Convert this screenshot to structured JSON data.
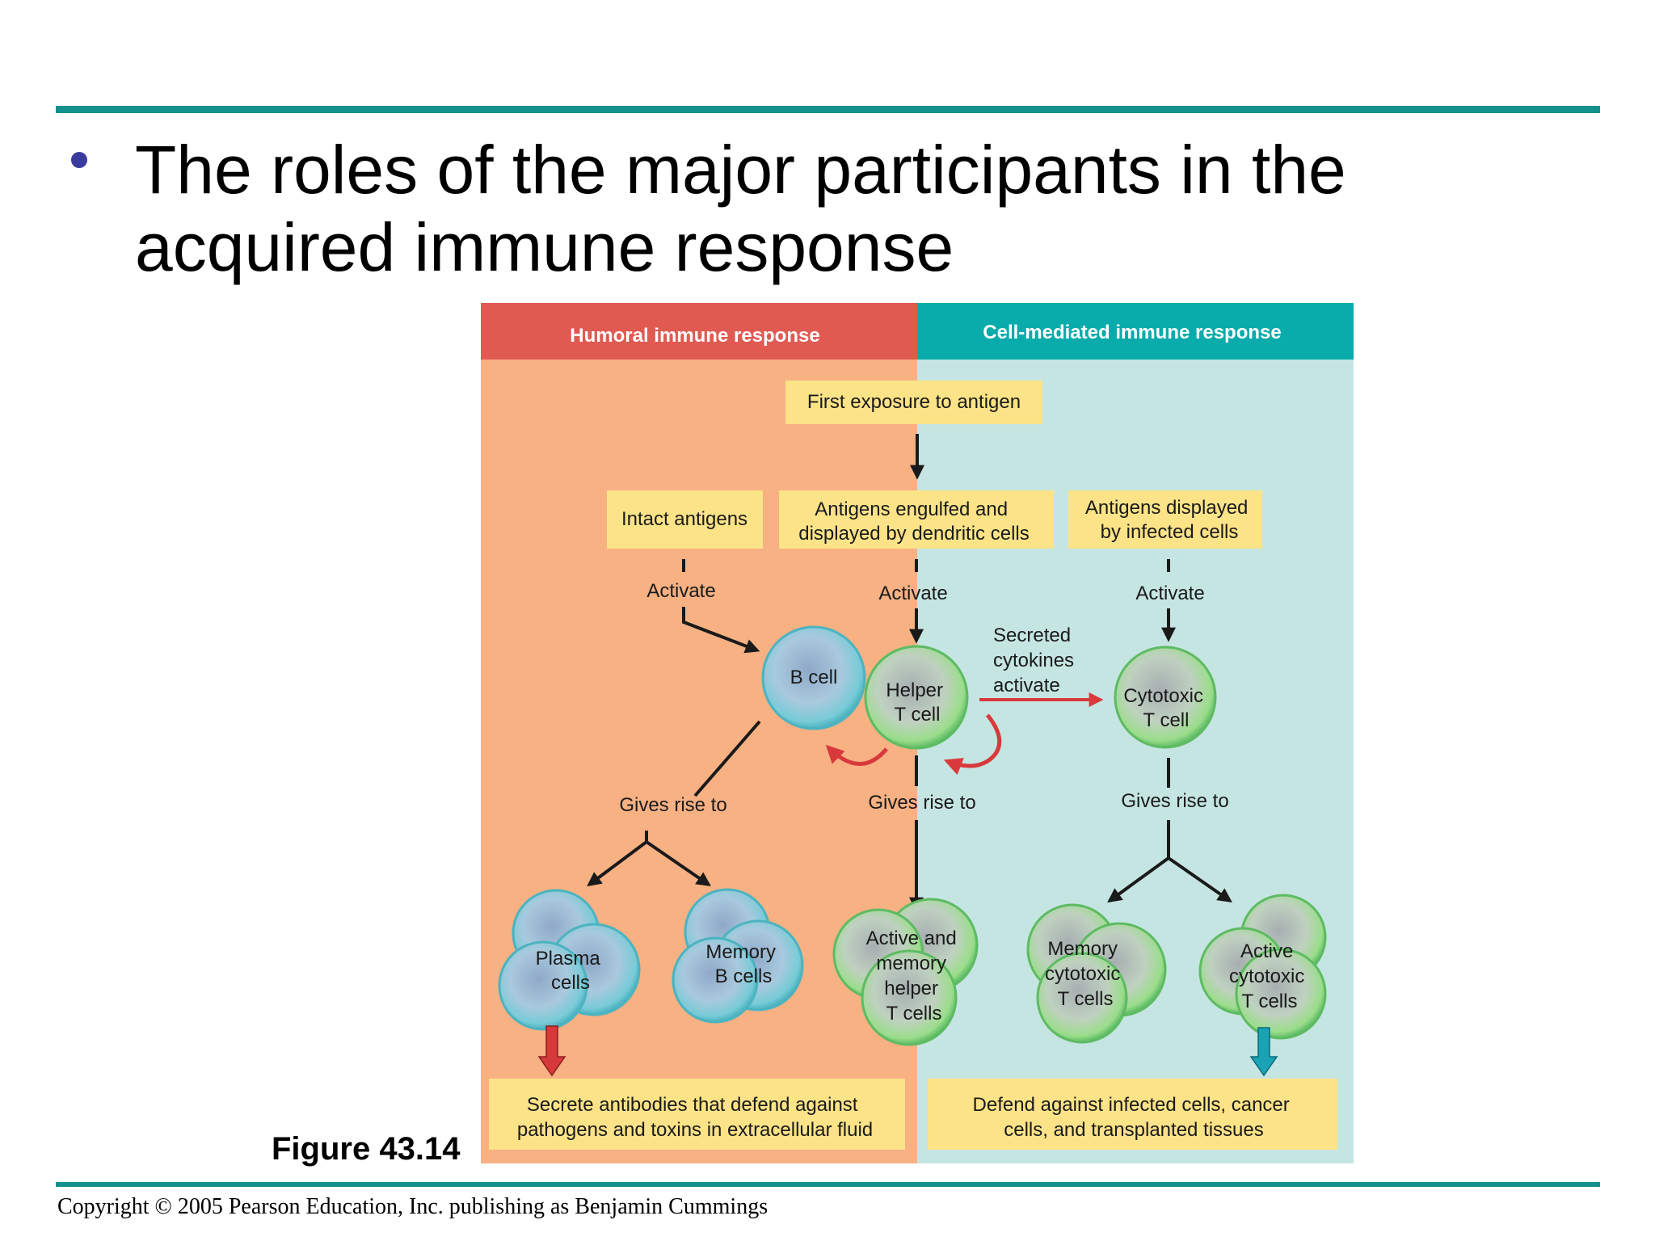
{
  "slide": {
    "title": "The roles of the major participants in the acquired immune response",
    "figure_label": "Figure 43.14",
    "copyright": "Copyright © 2005 Pearson Education, Inc. publishing as Benjamin Cummings"
  },
  "colors": {
    "rule": "#14918d",
    "humoral_header": "#e05a52",
    "humoral_bg": "#f7b183",
    "cell_header": "#0aabab",
    "cell_bg": "#c5e5e2",
    "box_fill": "#fce387",
    "secrete_arrow": "#d8393b",
    "defend_arrow": "#1aa3b4"
  },
  "diagram": {
    "humoral_header": "Humoral immune response",
    "cell_header": "Cell-mediated immune response",
    "first_exposure": "First exposure to antigen",
    "intact_antigens": "Intact antigens",
    "engulfed": [
      "Antigens engulfed and",
      "displayed by dendritic cells"
    ],
    "displayed": [
      "Antigens displayed",
      "by infected cells"
    ],
    "activate_left": "Activate",
    "activate_mid": "Activate",
    "activate_right": "Activate",
    "b_cell": "B cell",
    "helper": [
      "Helper",
      "T cell"
    ],
    "cytotoxic": [
      "Cytotoxic",
      "T cell"
    ],
    "cytokines": [
      "Secreted",
      "cytokines",
      "activate"
    ],
    "gives_left": "Gives rise to",
    "gives_mid": "Gives rise to",
    "gives_right": "Gives rise to",
    "plasma": [
      "Plasma",
      "cells"
    ],
    "memory_b": [
      "Memory",
      "B cells"
    ],
    "active_helper": [
      "Active and",
      "memory",
      "helper",
      "T cells"
    ],
    "memory_cyto": [
      "Memory",
      "cytotoxic",
      "T cells"
    ],
    "active_cyto": [
      "Active",
      "cytotoxic",
      "T cells"
    ],
    "secrete": [
      "Secrete antibodies that defend against",
      "pathogens and toxins in extracellular fluid"
    ],
    "defend": [
      "Defend against infected cells, cancer",
      "cells, and transplanted tissues"
    ]
  }
}
